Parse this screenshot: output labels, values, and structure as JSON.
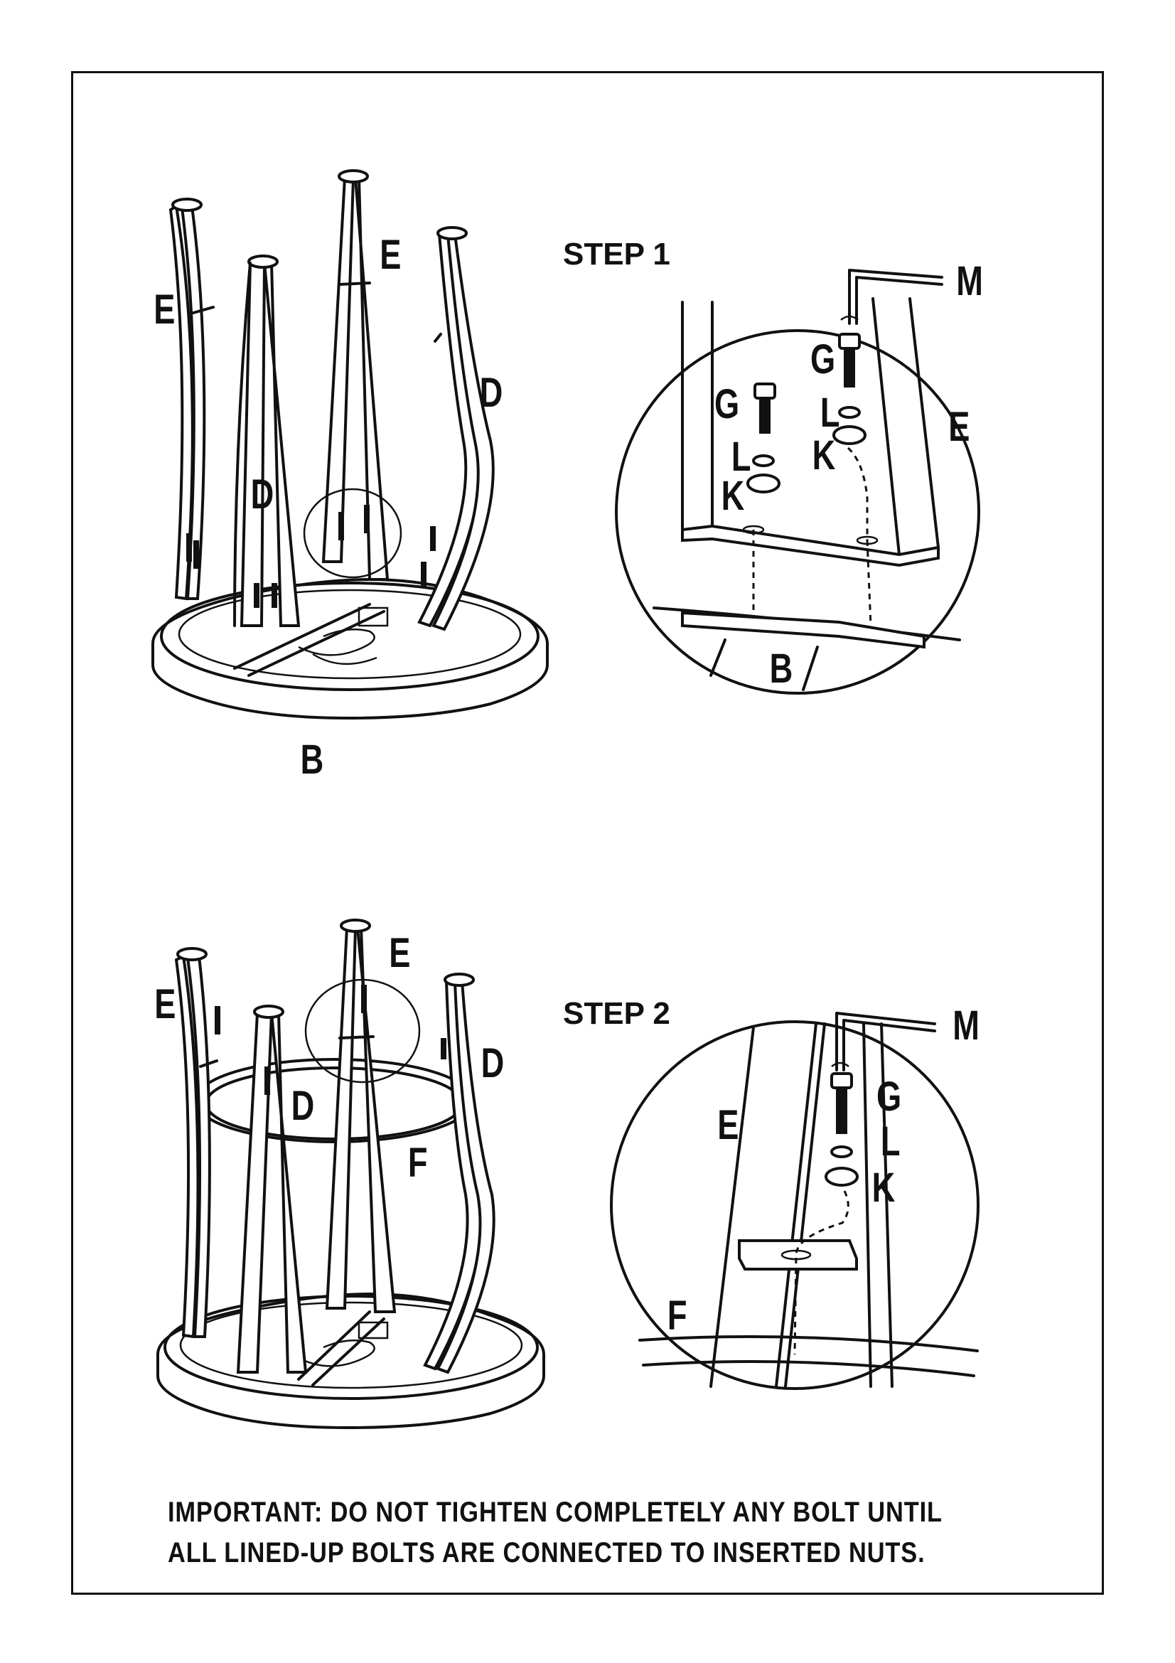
{
  "steps": {
    "step1": {
      "title": "STEP 1",
      "labels": {
        "e_left": "E",
        "e_top": "E",
        "d_right": "D",
        "d_mid": "D",
        "b": "B"
      },
      "detail_labels": {
        "m": "M",
        "g1": "G",
        "l1": "L",
        "k1": "K",
        "g2": "G",
        "l2": "L",
        "k2": "K",
        "e": "E",
        "b": "B"
      }
    },
    "step2": {
      "title": "STEP 2",
      "labels": {
        "e_left": "E",
        "e_top": "E",
        "d_mid": "D",
        "d_right": "D",
        "f": "F"
      },
      "detail_labels": {
        "m": "M",
        "e": "E",
        "g": "G",
        "l": "L",
        "k": "K",
        "f": "F"
      }
    }
  },
  "note": {
    "line1": "IMPORTANT: DO NOT TIGHTEN COMPLETELY ANY BOLT UNTIL",
    "line2": "ALL LINED-UP BOLTS ARE CONNECTED TO INSERTED NUTS."
  }
}
